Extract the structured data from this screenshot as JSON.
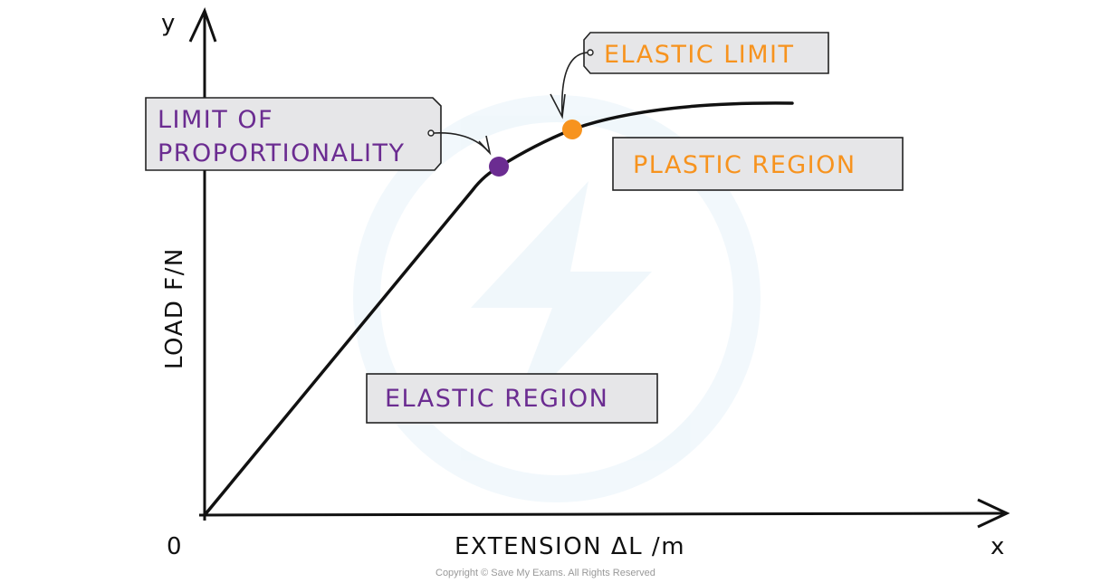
{
  "axes": {
    "y_symbol": "y",
    "x_symbol": "x",
    "origin": "0",
    "y_label": "LOAD F/N",
    "x_label": "EXTENSION ΔL /m"
  },
  "labels": {
    "limit_of_proportionality_line1": "LIMIT  OF",
    "limit_of_proportionality_line2": "PROPORTIONALITY",
    "elastic_limit": "ELASTIC  LIMIT",
    "plastic_region": "PLASTIC  REGION",
    "elastic_region": "ELASTIC  REGION"
  },
  "colors": {
    "purple": "#6b2c91",
    "orange": "#f7931e",
    "line": "#111111",
    "box": "#e6e6e8"
  },
  "copyright": "Copyright © Save My Exams. All Rights Reserved"
}
